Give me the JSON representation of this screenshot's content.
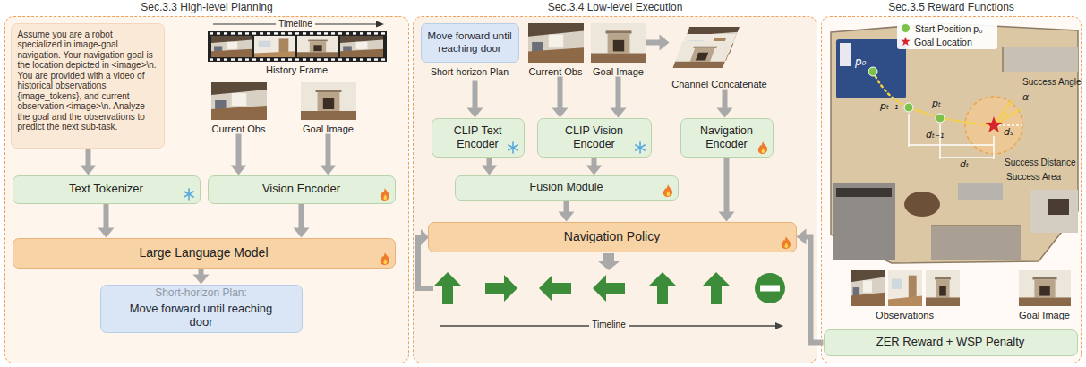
{
  "diagram": {
    "nodes": [
      {
        "text": [
          "Sec.3.3 High-level Planning"
        ]
      },
      {
        "text": [
          "Assume you are a robot specialized in image-goal navigation. Your navigation goal is the location depicted in <image>\\n. You are provided with a video of historical observations {image_tokens}, and current observation <image>\\n. Analyze the goal and the observations to predict the next sub-task."
        ],
        "in": 0
      },
      {
        "text": [
          "History Frame"
        ],
        "in": 0
      },
      {
        "text": [
          "Current Obs"
        ],
        "in": 0
      },
      {
        "text": [
          "Goal Image"
        ],
        "in": 0
      },
      {
        "text": [
          "Text Tokenizer"
        ],
        "in": 0
      },
      {
        "text": [
          "Vision Encoder"
        ],
        "in": 0
      },
      {
        "text": [
          "Large Language Model"
        ],
        "in": 0
      },
      {
        "text": [
          "Short-horizon Plan:",
          "Move forward until reaching door"
        ],
        "in": 0
      },
      {
        "text": [
          "Sec.3.4 Low-level Execution"
        ]
      },
      {
        "text": [
          "Move forward until reaching door",
          "Short-horizon Plan"
        ],
        "in": 9
      },
      {
        "text": [
          "Current Obs"
        ],
        "in": 9
      },
      {
        "text": [
          "Goal Image"
        ],
        "in": 9
      },
      {
        "text": [
          "Channel Concatenate"
        ],
        "in": 9
      },
      {
        "text": [
          "CLIP Text Encoder"
        ],
        "in": 9
      },
      {
        "text": [
          "CLIP Vision Encoder"
        ],
        "in": 9
      },
      {
        "text": [
          "Navigation Encoder"
        ],
        "in": 9
      },
      {
        "text": [
          "Fusion Module"
        ],
        "in": 9
      },
      {
        "text": [
          "Navigation Policy"
        ],
        "in": 9
      },
      {
        "text": [
          "Sec.3.5 Reward Functions"
        ]
      },
      {
        "text": [
          "Observations"
        ],
        "in": 19
      },
      {
        "text": [
          "Goal Image"
        ],
        "in": 19
      },
      {
        "text": [
          "ZER Reward + WSP Penalty"
        ],
        "in": 19
      }
    ],
    "edges": [
      {
        "from": 1,
        "to": 5,
        "arrow": "to"
      },
      {
        "from": 3,
        "to": 6,
        "arrow": "to"
      },
      {
        "from": 4,
        "to": 6,
        "arrow": "to"
      },
      {
        "from": 5,
        "to": 7,
        "arrow": "to"
      },
      {
        "from": 6,
        "to": 7,
        "arrow": "to"
      },
      {
        "from": 7,
        "to": 8,
        "arrow": "to"
      },
      {
        "from": 10,
        "to": 14,
        "arrow": "to"
      },
      {
        "from": 11,
        "to": 15,
        "arrow": "to"
      },
      {
        "from": 12,
        "to": 15,
        "arrow": "to"
      },
      {
        "from": 12,
        "to": 13,
        "arrow": "to"
      },
      {
        "from": 13,
        "to": 16,
        "arrow": "to"
      },
      {
        "from": 14,
        "to": 17,
        "arrow": "to"
      },
      {
        "from": 15,
        "to": 17,
        "arrow": "to"
      },
      {
        "from": 16,
        "to": 18,
        "arrow": "to"
      },
      {
        "from": 17,
        "to": 18,
        "arrow": "to"
      },
      {
        "from": 22,
        "to": 18,
        "arrow": "to"
      }
    ],
    "labels": [
      "Timeline",
      "Timeline",
      "p₀",
      "pₜ₋₁",
      "pₜ",
      "dₜ₋₁",
      "dₜ",
      "α",
      "dₛ",
      "Success Angle",
      "Success Distance",
      "Success Area"
    ],
    "legend": [
      {
        "text": "Start Position p₀",
        "color": "#7cc24a"
      },
      {
        "text": "Goal Location"
      }
    ]
  }
}
